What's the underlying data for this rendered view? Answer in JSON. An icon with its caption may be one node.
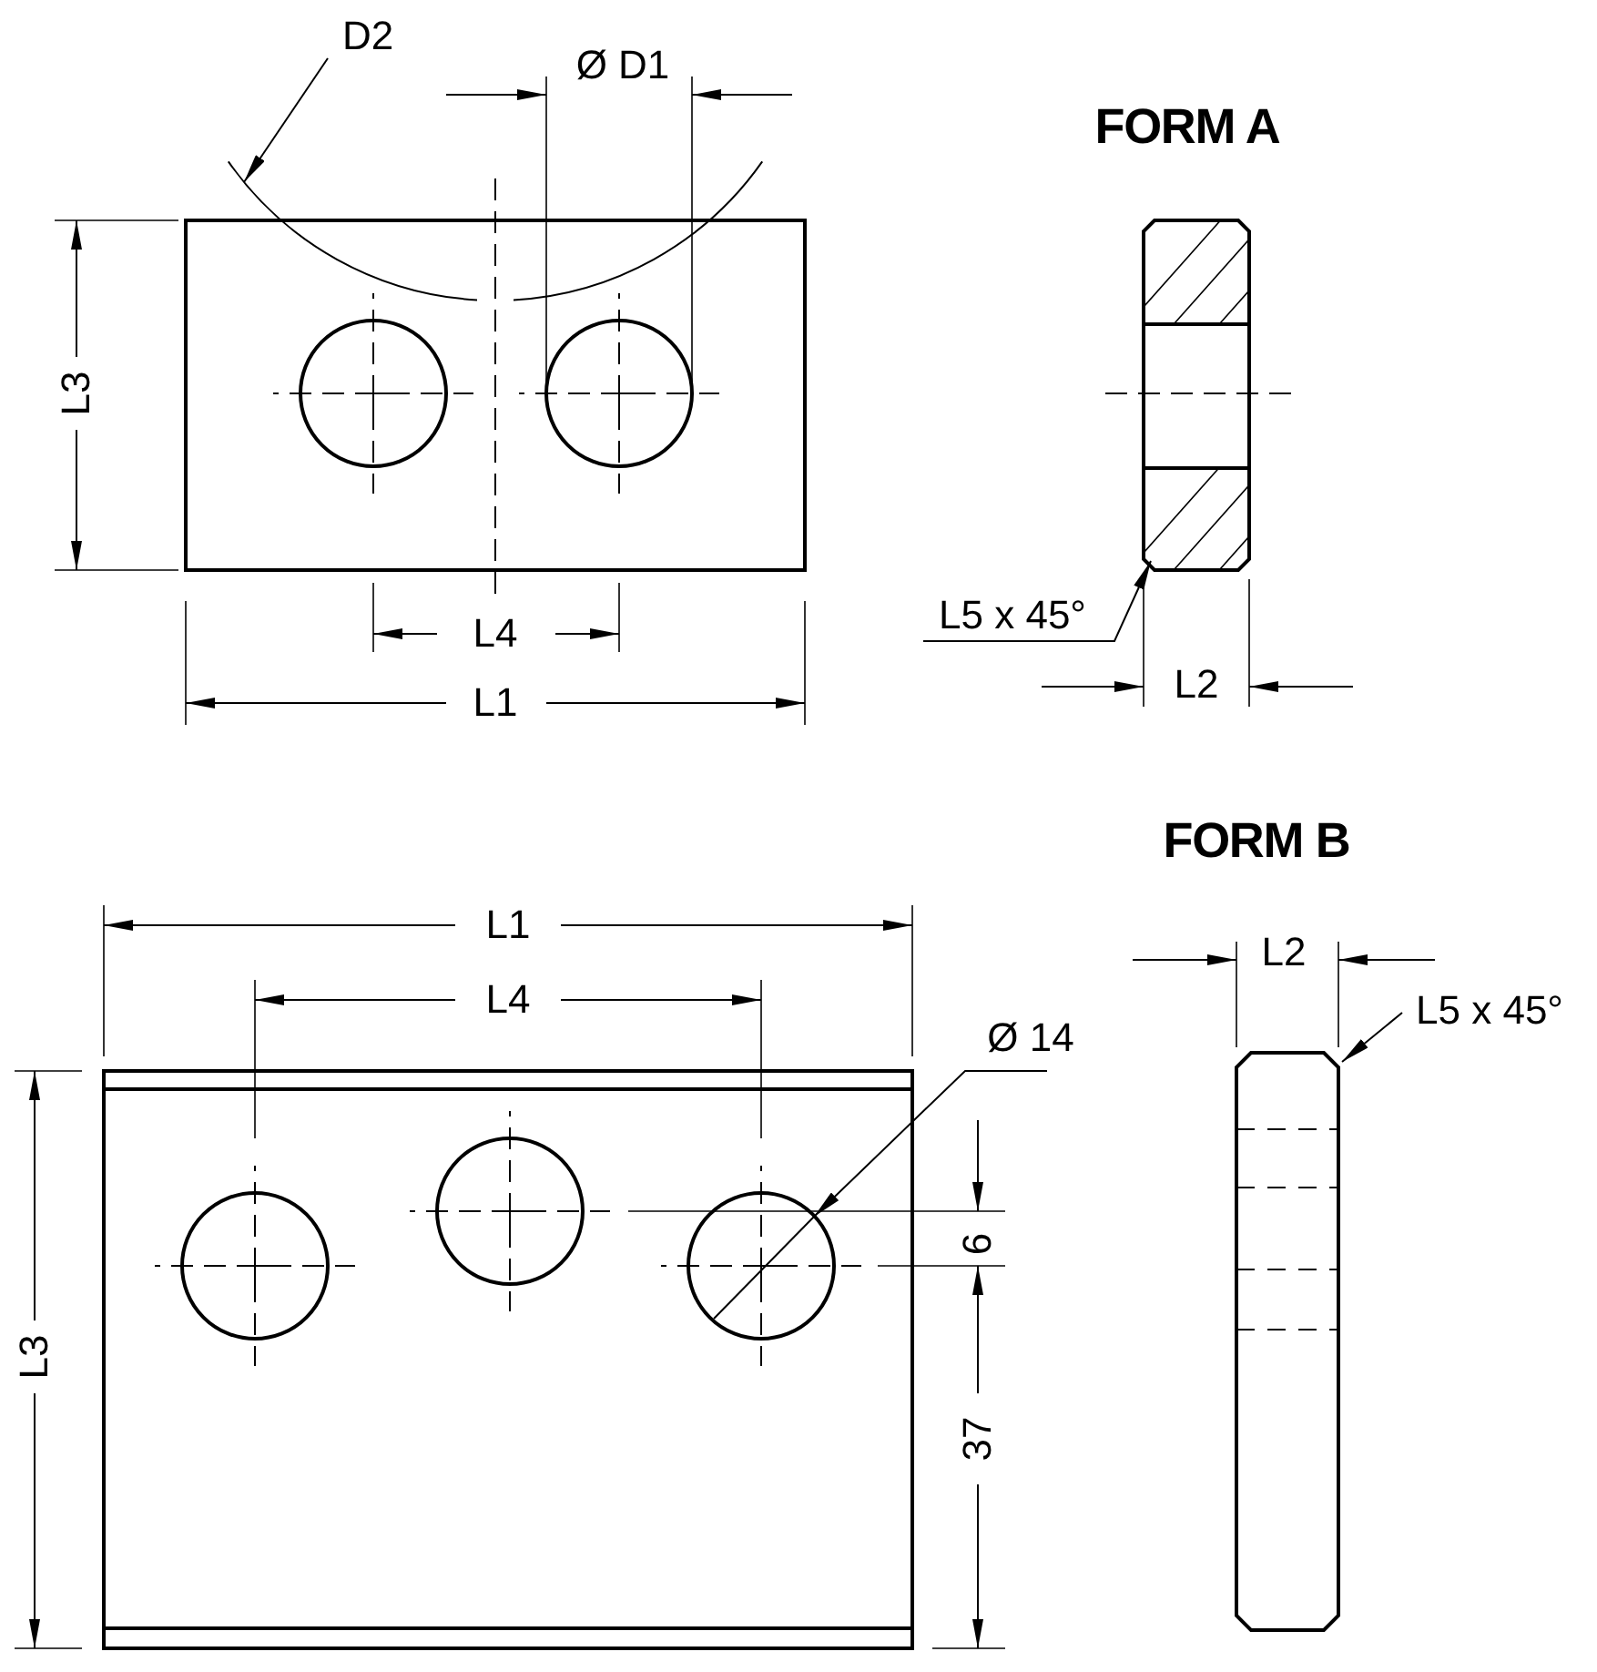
{
  "diagram": {
    "nodes": [
      {
        "text": [
          "D2"
        ]
      },
      {
        "text": [],
        "shape": "arc"
      },
      {
        "text": [
          "L5 x 45°"
        ]
      },
      {
        "text": [
          "L5 x 45°"
        ]
      },
      {
        "text": [
          "Ø 14"
        ]
      },
      {
        "text": [],
        "shape": "circle"
      },
      {
        "text": [],
        "shape": "box"
      },
      {
        "text": [],
        "shape": "box"
      }
    ],
    "edges": [
      {
        "from": 0,
        "to": 1,
        "arrow": "to"
      },
      {
        "from": 2,
        "to": 6,
        "arrow": "to"
      },
      {
        "from": 3,
        "to": 7,
        "arrow": "to"
      },
      {
        "from": 4,
        "to": 5,
        "arrow": "to"
      }
    ],
    "labels": [
      "Ø D1",
      "FORM A",
      "L3",
      "L4",
      "L2",
      "L1",
      "FORM B",
      "L1",
      "L2",
      "L4",
      "L3",
      "6",
      "37"
    ]
  }
}
